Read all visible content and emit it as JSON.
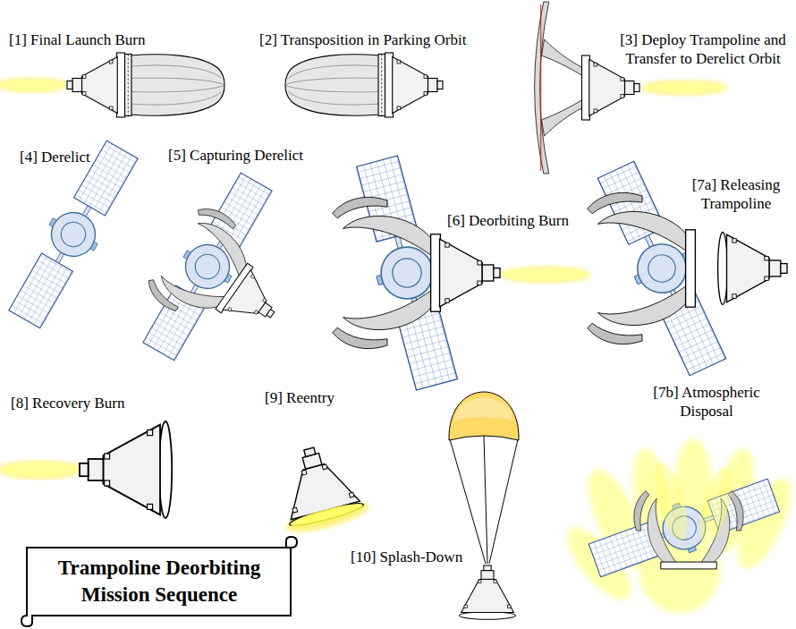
{
  "diagram": {
    "title": "Trampoline Deorbiting Mission Sequence",
    "labels": [
      "[1] Final Launch Burn",
      "[2] Transposition in Parking Orbit",
      "[3] Deploy Trampoline and Transfer to Derelict Orbit",
      "[4] Derelict",
      "[5] Capturing Derelict",
      "[6] Deorbiting Burn",
      "[7a] Releasing Trampoline",
      "[7b] Atmospheric Disposal",
      "[8] Recovery Burn",
      "[9] Reentry",
      "[10] Splash-Down"
    ]
  }
}
